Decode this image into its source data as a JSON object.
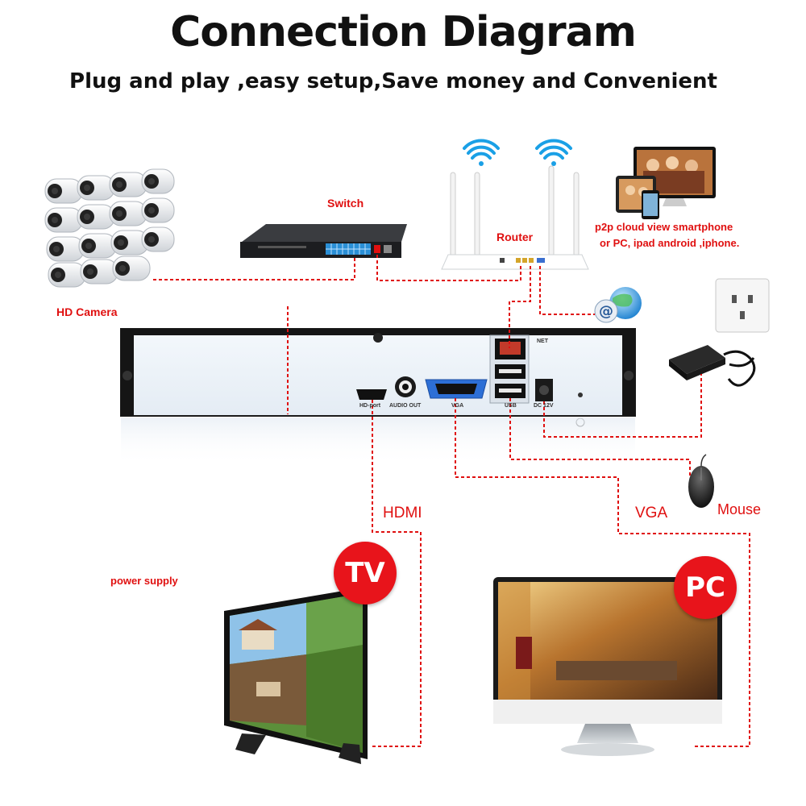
{
  "header": {
    "title": "Connection Diagram",
    "subtitle": "Plug and play ,easy setup,Save money and Convenient"
  },
  "labels": {
    "switch": "Switch",
    "router": "Router",
    "hd_camera": "HD Camera",
    "p2p_line1": "p2p cloud  view smartphone",
    "p2p_line2": "or PC, ipad android ,iphone.",
    "hdmi": "HDMI",
    "vga": "VGA",
    "mouse": "Mouse",
    "power_supply": "power supply",
    "tv_badge": "TV",
    "pc_badge": "PC"
  },
  "nvr_ports": {
    "net": "NET",
    "hd_port": "HD-port",
    "audio_out": "AUDIO OUT",
    "vga": "VGA",
    "usb": "USB",
    "dc": "DC 12V"
  },
  "colors": {
    "accent": "#e01010",
    "badge": "#e8141b",
    "ethernet_port": "#2a8fd6",
    "wifi": "#1aa0e6"
  }
}
